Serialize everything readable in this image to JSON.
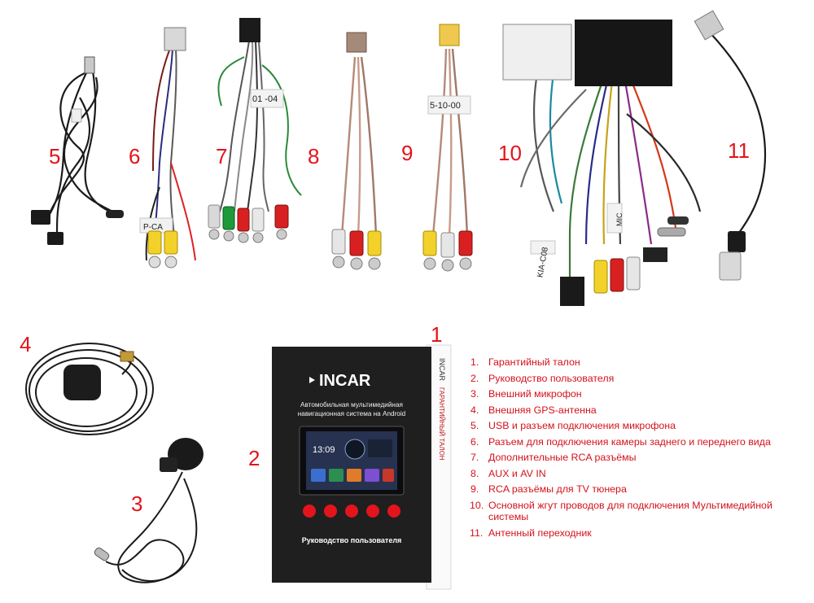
{
  "callouts": [
    {
      "id": "1",
      "label": "1"
    },
    {
      "id": "2",
      "label": "2"
    },
    {
      "id": "3",
      "label": "3"
    },
    {
      "id": "4",
      "label": "4"
    },
    {
      "id": "5",
      "label": "5"
    },
    {
      "id": "6",
      "label": "6"
    },
    {
      "id": "7",
      "label": "7"
    },
    {
      "id": "8",
      "label": "8"
    },
    {
      "id": "9",
      "label": "9"
    },
    {
      "id": "10",
      "label": "10"
    },
    {
      "id": "11",
      "label": "11"
    }
  ],
  "legend": [
    {
      "n": "1.",
      "text": "Гарантийный талон"
    },
    {
      "n": "2.",
      "text": "Руководство пользователя"
    },
    {
      "n": "3.",
      "text": "Внешний микрофон"
    },
    {
      "n": "4.",
      "text": "Внешняя GPS-антенна"
    },
    {
      "n": "5.",
      "text": "USB и разъем подключения микрофона"
    },
    {
      "n": "6.",
      "text": "Разъем для подключения камеры заднего и переднего вида"
    },
    {
      "n": "7.",
      "text": "Дополнительные RCA разъёмы"
    },
    {
      "n": "8.",
      "text": "AUX и AV IN"
    },
    {
      "n": "9.",
      "text": "RCA разъёмы для TV тюнера"
    },
    {
      "n": "10.",
      "text": "Основной жгут проводов для подключения Мультимедийной системы"
    },
    {
      "n": "11.",
      "text": "Антенный переходник"
    }
  ],
  "manual": {
    "brand": "INCAR",
    "subtitle_line1": "Автомобильная мультимедийная",
    "subtitle_line2": "навигационная система на Android",
    "screen_time": "13:09",
    "footer": "Руководство пользователя"
  },
  "warranty_card": {
    "brand": "INCAR",
    "title": "ГАРАНТИЙНЫЙ ТАЛОН"
  },
  "cable_labels": {
    "cable6": "P-CA",
    "cable7": "01 -04",
    "cable9": "5-10-00",
    "cable10a": "KIA-C08",
    "cable10b": "MIC"
  },
  "colors": {
    "accent_red": "#e3141c",
    "legend_red": "#d4121c",
    "booklet": "#1f1f1f"
  }
}
